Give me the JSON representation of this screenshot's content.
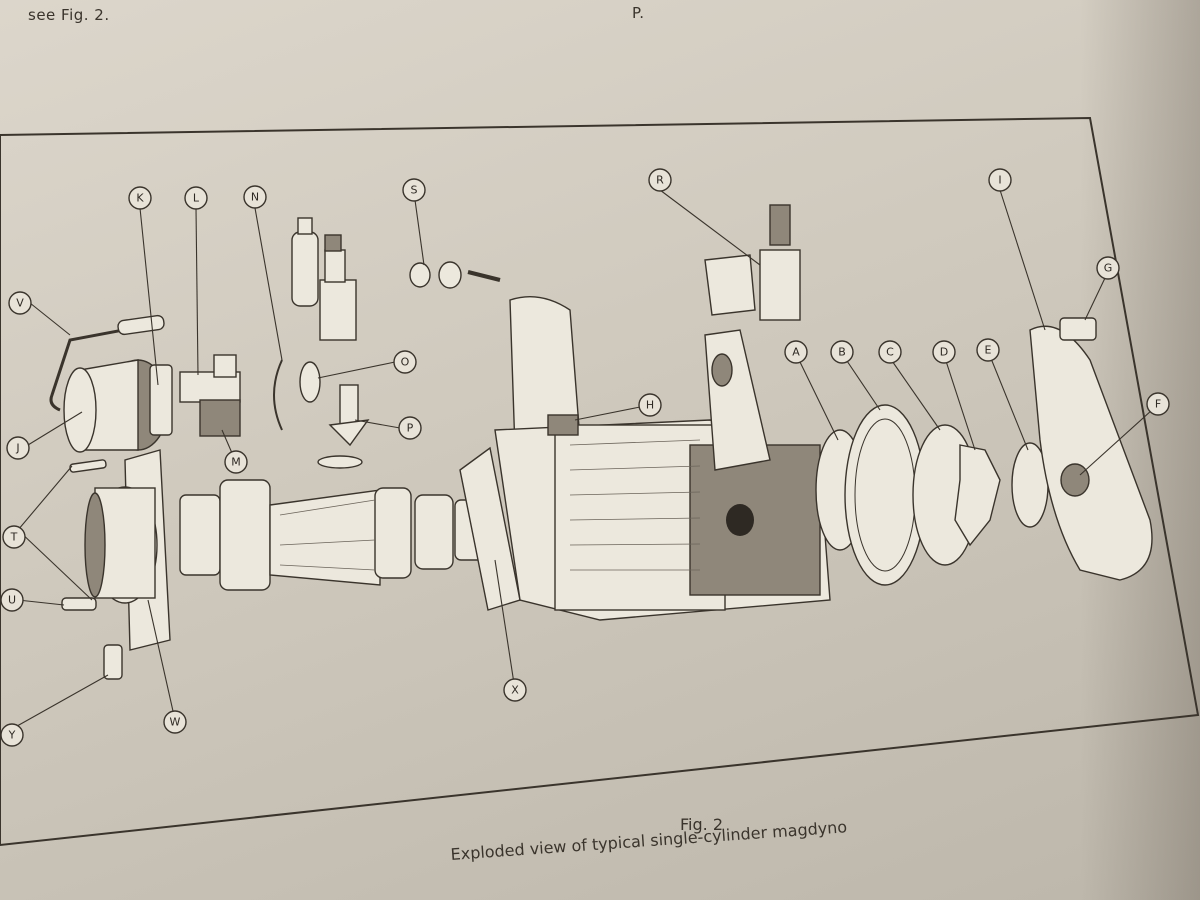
{
  "header": {
    "top_left": "see Fig. 2.",
    "top_right": "P."
  },
  "diagram": {
    "labels": [
      "K",
      "L",
      "N",
      "S",
      "R",
      "I",
      "G",
      "V",
      "O",
      "H",
      "A",
      "B",
      "C",
      "D",
      "E",
      "F",
      "J",
      "M",
      "P",
      "T",
      "U",
      "W",
      "X",
      "Y"
    ]
  },
  "caption": {
    "figure": "Fig. 2",
    "title": "Exploded view of typical single-cylinder magdyno"
  }
}
